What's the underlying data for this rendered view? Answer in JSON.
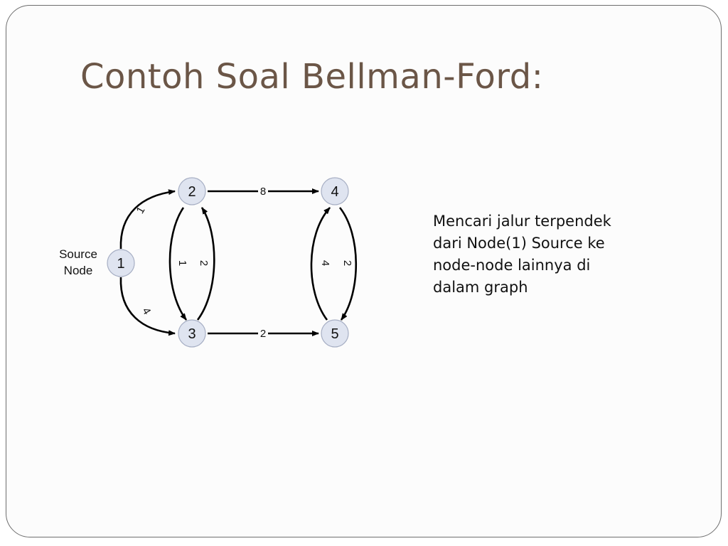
{
  "slide": {
    "title": "Contoh Soal Bellman-Ford:",
    "description_lines": [
      "Mencari jalur terpendek",
      "dari Node(1) Source ke",
      "node-node lainnya di",
      "dalam graph"
    ]
  },
  "graph": {
    "source_label_lines": [
      "Source",
      "Node"
    ],
    "nodes": [
      {
        "id": "1",
        "label": "1"
      },
      {
        "id": "2",
        "label": "2"
      },
      {
        "id": "3",
        "label": "3"
      },
      {
        "id": "4",
        "label": "4"
      },
      {
        "id": "5",
        "label": "5"
      }
    ],
    "edges": [
      {
        "from": "1",
        "to": "2",
        "weight": "1"
      },
      {
        "from": "1",
        "to": "3",
        "weight": "4"
      },
      {
        "from": "2",
        "to": "3",
        "weight": "1"
      },
      {
        "from": "3",
        "to": "2",
        "weight": "2"
      },
      {
        "from": "2",
        "to": "4",
        "weight": "8"
      },
      {
        "from": "3",
        "to": "5",
        "weight": "2"
      },
      {
        "from": "4",
        "to": "5",
        "weight": "2"
      },
      {
        "from": "5",
        "to": "4",
        "weight": "4"
      }
    ]
  },
  "colors": {
    "title": "#6b5647",
    "node_fill": "#dfe4f0",
    "node_stroke": "#a7afc4",
    "edge": "#000000"
  }
}
